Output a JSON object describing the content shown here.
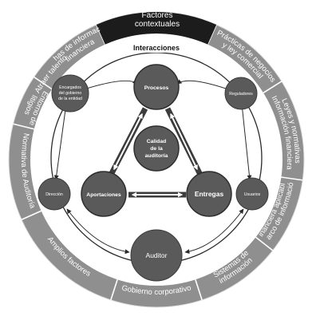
{
  "header": {
    "line1": "Factores",
    "line2": "contextuales"
  },
  "interactions_label": "Interacciones",
  "ring_labels": [
    {
      "id": "practicas",
      "lines": [
        "Prácticas de negocios",
        "y ley comercial"
      ]
    },
    {
      "id": "leyes",
      "lines": [
        "Leyes y normativas",
        "Información financiera"
      ]
    },
    {
      "id": "marco",
      "lines": [
        "Marco de información",
        "financiera aplicable"
      ]
    },
    {
      "id": "sistemas",
      "lines": [
        "Sistemas de",
        "información"
      ]
    },
    {
      "id": "gobierno",
      "lines": [
        "Gobierno corporativo"
      ]
    },
    {
      "id": "amplios",
      "lines": [
        "Amplios factores"
      ]
    },
    {
      "id": "normativa",
      "lines": [
        "Normativa de Auditoría"
      ]
    },
    {
      "id": "entorno",
      "lines": [
        "Entorno de",
        "litigios"
      ]
    },
    {
      "id": "atraer",
      "lines": [
        "Atraer talento"
      ]
    },
    {
      "id": "fechas",
      "lines": [
        "Fechas de información",
        "financiera"
      ]
    }
  ],
  "nodes": {
    "encargados": [
      "Encargados",
      "del gobierno",
      "de la entidad"
    ],
    "reguladores": [
      "Reguladores"
    ],
    "direccion": [
      "Dirección"
    ],
    "usuarios": [
      "Usuarios"
    ],
    "auditor": [
      "Auditor"
    ],
    "procesos": [
      "Procesos"
    ],
    "aportaciones": [
      "Aportaciones"
    ],
    "entregas": [
      "Entregas"
    ],
    "calidad": [
      "Calidad",
      "de la",
      "auditoría"
    ]
  },
  "colors": {
    "ring": "#8f8f8f",
    "ring_edge": "#ffffff",
    "header": "#1c1c1c",
    "node_dark": "#5a5a5a",
    "node_mid": "#6e6e6e",
    "triangle": "#3c3c3c",
    "line": "#2a2a2a"
  }
}
